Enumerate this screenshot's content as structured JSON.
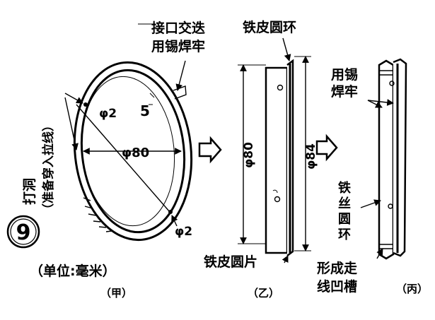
{
  "figure_number": "9",
  "units_caption": "（单位:毫米）",
  "parts": {
    "jia": {
      "caption": "（甲）",
      "joint_label_line1": "接口交迭",
      "joint_label_line2": "用锡焊牢",
      "vertical_label_line1": "打洞",
      "vertical_label_line2": "（准备穿入拉线）",
      "hole_dia_top": "φ2",
      "overlap": "5",
      "diameter": "φ80",
      "hole_dia_bottom": "φ2"
    },
    "yi": {
      "caption": "（乙）",
      "ring_label": "铁皮圆环",
      "strip_label": "铁皮圆片",
      "height": "φ80",
      "ring_dia": "φ84"
    },
    "bing": {
      "caption": "（丙）",
      "solder_line1": "用锡",
      "solder_line2": "焊牢",
      "wire_line1": "铁",
      "wire_line2": "丝",
      "wire_line3": "圆",
      "wire_line4": "环",
      "groove_line1": "形成走",
      "groove_line2": "线凹槽"
    }
  }
}
